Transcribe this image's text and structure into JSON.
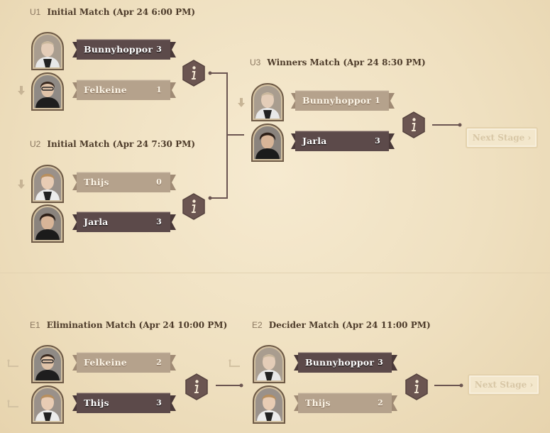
{
  "colors": {
    "background": "#efe0c0",
    "win_banner": "#5c4a4a",
    "lose_banner": "#b5a28c",
    "info_button": "#6b5551",
    "connector": "#6b5551",
    "next_stage_disabled": "#d8c7a6"
  },
  "matches": {
    "u1": {
      "code": "U1",
      "title": "Initial Match (Apr 24 6:00 PM)",
      "players": [
        {
          "name": "Bunnyhoppor",
          "score": "3",
          "result": "win"
        },
        {
          "name": "Felkeine",
          "score": "1",
          "result": "lose"
        }
      ]
    },
    "u2": {
      "code": "U2",
      "title": "Initial Match (Apr 24 7:30 PM)",
      "players": [
        {
          "name": "Thijs",
          "score": "0",
          "result": "lose"
        },
        {
          "name": "Jarla",
          "score": "3",
          "result": "win"
        }
      ]
    },
    "u3": {
      "code": "U3",
      "title": "Winners Match (Apr 24 8:30 PM)",
      "players": [
        {
          "name": "Bunnyhoppor",
          "score": "1",
          "result": "lose"
        },
        {
          "name": "Jarla",
          "score": "3",
          "result": "win"
        }
      ]
    },
    "e1": {
      "code": "E1",
      "title": "Elimination Match (Apr 24 10:00 PM)",
      "players": [
        {
          "name": "Felkeine",
          "score": "2",
          "result": "lose"
        },
        {
          "name": "Thijs",
          "score": "3",
          "result": "win"
        }
      ]
    },
    "e2": {
      "code": "E2",
      "title": "Decider Match (Apr 24 11:00 PM)",
      "players": [
        {
          "name": "Bunnyhoppor",
          "score": "3",
          "result": "win"
        },
        {
          "name": "Thijs",
          "score": "2",
          "result": "lose"
        }
      ]
    }
  },
  "next_stage": {
    "label": "Next Stage"
  },
  "icons": {
    "info": "info-icon",
    "chevron": "chevron-right-icon",
    "down_arrow": "down-arrow-icon",
    "elimination": "elimination-bracket-icon"
  }
}
